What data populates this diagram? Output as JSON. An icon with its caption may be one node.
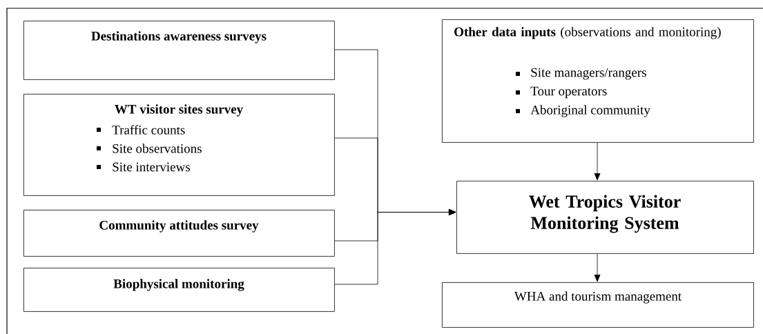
{
  "diagram": {
    "nodes": [
      {
        "text": [
          "Destinations awareness surveys"
        ]
      },
      {
        "text": [
          "WT visitor sites survey",
          "Traffic counts",
          "Site observations",
          "Site interviews"
        ]
      },
      {
        "text": [
          "Community attitudes survey"
        ]
      },
      {
        "text": [
          "Biophysical monitoring"
        ]
      },
      {
        "text": [
          "**Other data inputs** (observations and monitoring)",
          "Site managers/rangers",
          "Tour operators",
          "Aboriginal community"
        ]
      },
      {
        "text": [
          "Wet Tropics Visitor Monitoring System"
        ]
      },
      {
        "text": [
          "WHA and tourism management"
        ]
      }
    ],
    "edges": [
      {
        "from": 0,
        "to": 5,
        "arrow": "to"
      },
      {
        "from": 1,
        "to": 5,
        "arrow": "to"
      },
      {
        "from": 2,
        "to": 5,
        "arrow": "to"
      },
      {
        "from": 3,
        "to": 5,
        "arrow": "to"
      },
      {
        "from": 4,
        "to": 5,
        "arrow": "to"
      },
      {
        "from": 5,
        "to": 6,
        "arrow": "to"
      }
    ]
  }
}
